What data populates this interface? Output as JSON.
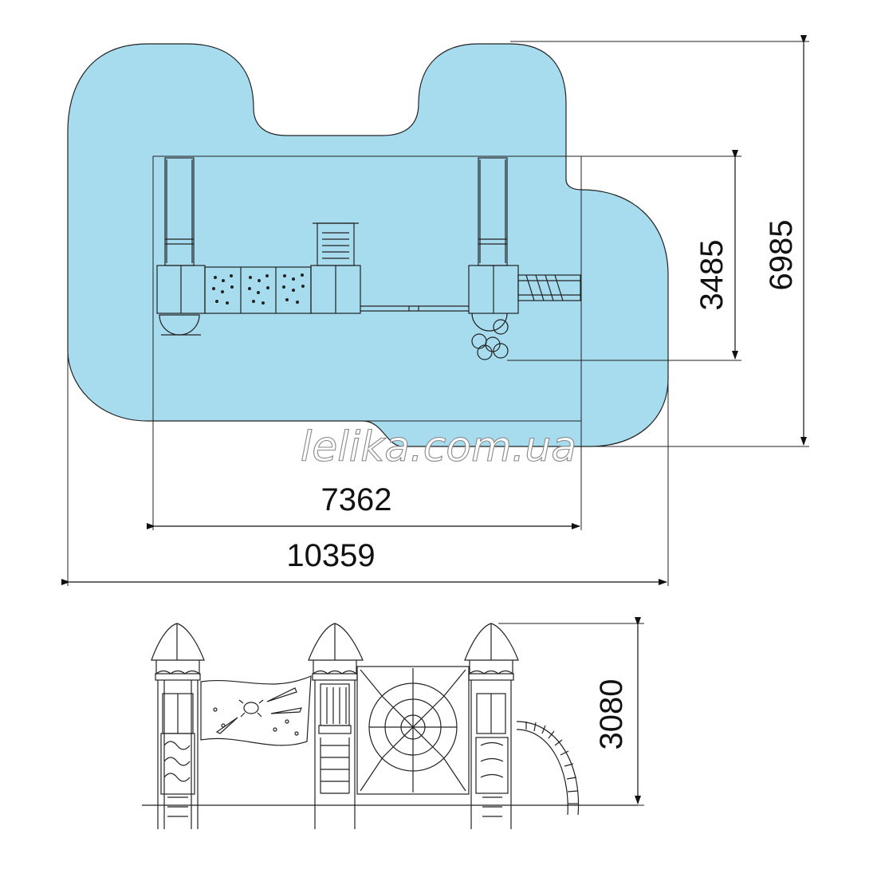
{
  "plan": {
    "dim_total_width": "10359",
    "dim_structure_width": "7362",
    "dim_structure_depth": "3485",
    "dim_total_depth": "6985",
    "zone_color": "#a7dcef"
  },
  "elevation": {
    "dim_height": "3080"
  },
  "watermark": "lelika.com.ua",
  "colors": {
    "line": "#1a1a1a",
    "zone_fill": "#a7dcef"
  }
}
